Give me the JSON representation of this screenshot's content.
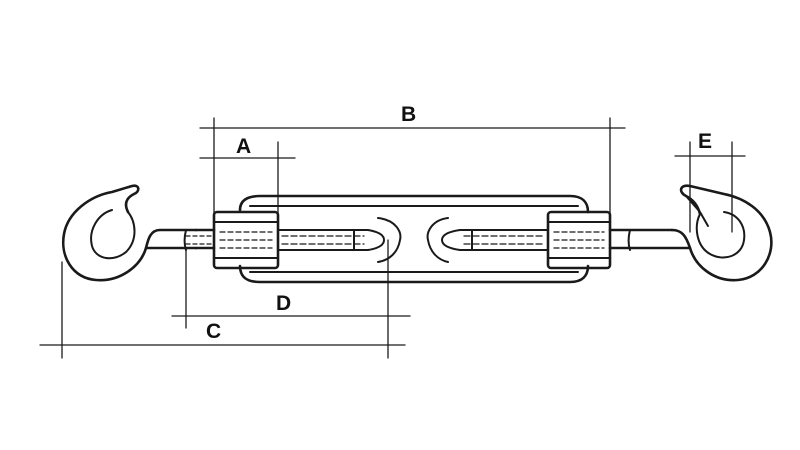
{
  "diagram": {
    "labels": {
      "a": "A",
      "b": "B",
      "c": "C",
      "d": "D",
      "e": "E"
    },
    "colors": {
      "ink": "#1a1a1a",
      "background": "#ffffff"
    }
  }
}
